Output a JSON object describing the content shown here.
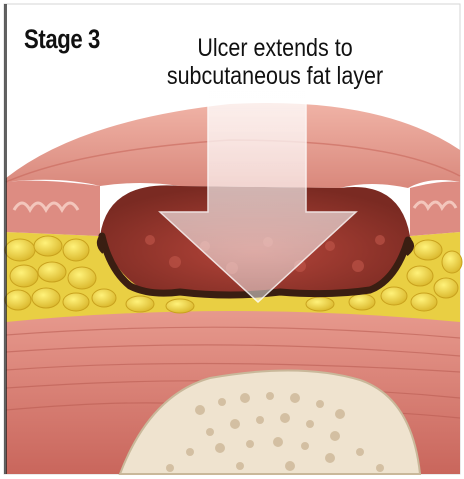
{
  "diagram": {
    "stage_title": "Stage 3",
    "caption_lines": [
      "Ulcer extends to",
      "subcutaneous fat layer"
    ]
  },
  "colors": {
    "skin_surface": "#e59b8e",
    "skin_dark": "#c9685c",
    "dermis": "#d2807a",
    "fat": "#e8d34a",
    "muscle": "#d7746b",
    "bone": "#efe3cf",
    "ulcer_rim": "#3a1e12",
    "arrow": "#f2f2f2"
  }
}
